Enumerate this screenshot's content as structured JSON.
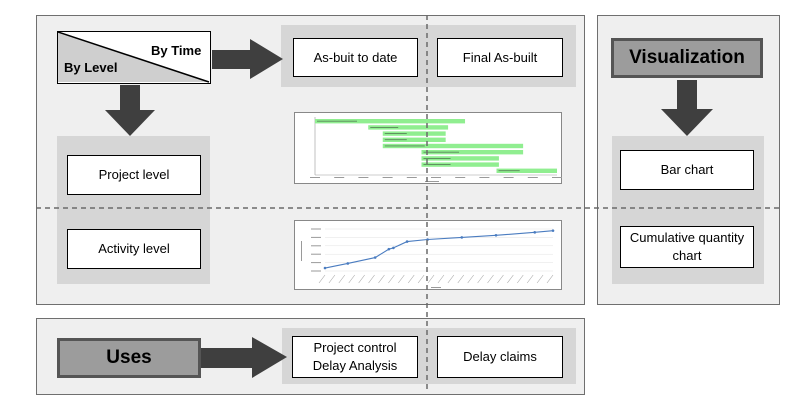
{
  "header": {
    "by_time": "By Time",
    "by_level": "By Level"
  },
  "time_boxes": {
    "as_built_to_date": "As-buit to date",
    "final_as_built": "Final As-built"
  },
  "level_boxes": {
    "project_level": "Project level",
    "activity_level": "Activity level"
  },
  "visualization": {
    "title": "Visualization",
    "bar_chart": "Bar chart",
    "cumulative_chart": "Cumulative quantity chart"
  },
  "uses": {
    "title": "Uses",
    "project_control": "Project control Delay Analysis",
    "delay_claims": "Delay claims"
  },
  "colors": {
    "bar_fill": "#90ee90",
    "line": "#4a7cc0",
    "arrow": "#3f3f3f"
  },
  "mini_bar_chart": {
    "type": "bar",
    "bars": [
      {
        "start": 0.0,
        "end": 0.62
      },
      {
        "start": 0.22,
        "end": 0.55
      },
      {
        "start": 0.28,
        "end": 0.54
      },
      {
        "start": 0.28,
        "end": 0.54
      },
      {
        "start": 0.28,
        "end": 0.86
      },
      {
        "start": 0.44,
        "end": 0.86
      },
      {
        "start": 0.44,
        "end": 0.76
      },
      {
        "start": 0.44,
        "end": 0.76
      },
      {
        "start": 0.75,
        "end": 1.0
      }
    ]
  },
  "mini_line_chart": {
    "type": "line",
    "points": [
      [
        0.0,
        0.07
      ],
      [
        0.1,
        0.18
      ],
      [
        0.22,
        0.32
      ],
      [
        0.28,
        0.52
      ],
      [
        0.3,
        0.55
      ],
      [
        0.36,
        0.7
      ],
      [
        0.45,
        0.75
      ],
      [
        0.6,
        0.8
      ],
      [
        0.75,
        0.85
      ],
      [
        0.92,
        0.92
      ],
      [
        1.0,
        0.96
      ]
    ]
  }
}
